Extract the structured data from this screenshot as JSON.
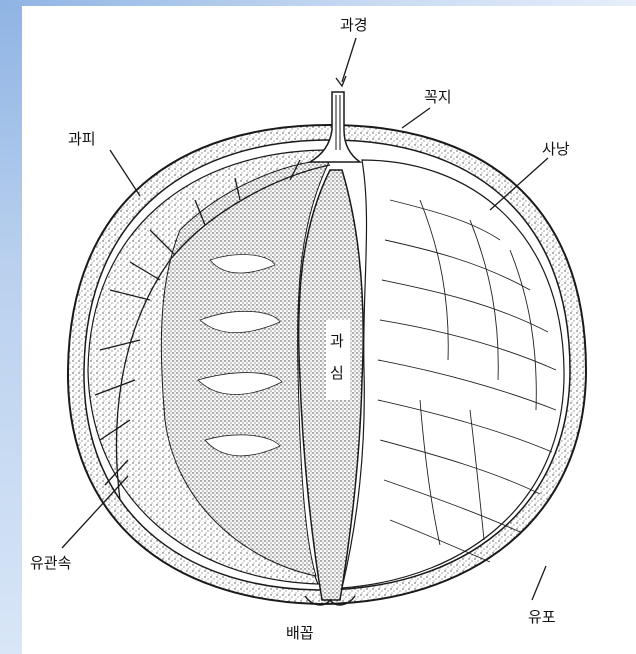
{
  "labels": {
    "stalk": "과경",
    "calyx": "꼭지",
    "peel": "과피",
    "juice_sac": "사낭",
    "core_1": "과",
    "core_2": "심",
    "vascular_bundle": "유관속",
    "segment_membrane": "유포",
    "navel": "배꼽"
  },
  "colors": {
    "background_accent": "#9dbde8",
    "ink": "#1a1a1a"
  }
}
